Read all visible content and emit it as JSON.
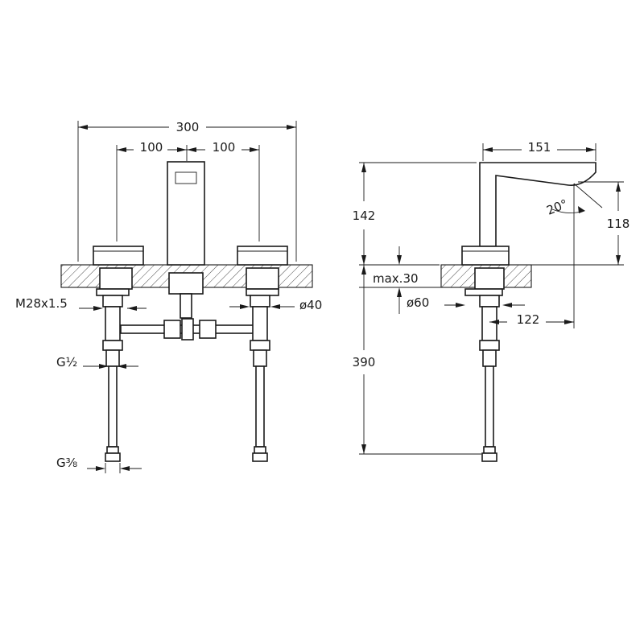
{
  "front_view": {
    "dim_overall_width": "300",
    "dim_left_spacing": "100",
    "dim_right_spacing": "100",
    "label_thread": "M28x1.5",
    "label_diameter": "ø40",
    "label_inlet_half": "G½",
    "label_inlet_three_eighths": "G⅜"
  },
  "side_view": {
    "dim_spout_reach": "151",
    "dim_spout_height": "142",
    "dim_spout_angle": "20°",
    "dim_outlet_height": "118",
    "dim_max_counter": "max.30",
    "dim_hole_diameter": "ø60",
    "dim_outlet_offset": "122",
    "dim_hose_length": "390"
  },
  "colors": {
    "line": "#1a1a1a",
    "background": "#ffffff"
  }
}
